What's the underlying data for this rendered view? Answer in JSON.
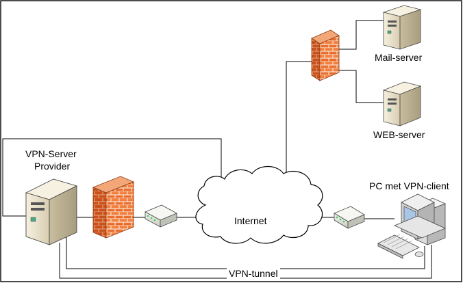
{
  "labels": {
    "mail_server": "Mail-server",
    "web_server": "WEB-server",
    "vpn_server_line1": "VPN-Server",
    "vpn_server_line2": "Provider",
    "pc_client": "PC met VPN-client",
    "internet": "Internet",
    "vpn_tunnel": "VPN-tunnel"
  },
  "icons": {
    "server": "server-tower-icon",
    "firewall": "brick-firewall-icon",
    "modem": "modem-icon",
    "cloud": "cloud-icon",
    "pc": "desktop-pc-icon"
  },
  "colors": {
    "border": "#000000",
    "firewall_brick": "#f07a3a",
    "server_body": "#ede4cf",
    "modem_body": "#e9ebe4",
    "modem_led": "#4fcf62",
    "cloud_fill": "#ffffff",
    "line": "#000000"
  }
}
